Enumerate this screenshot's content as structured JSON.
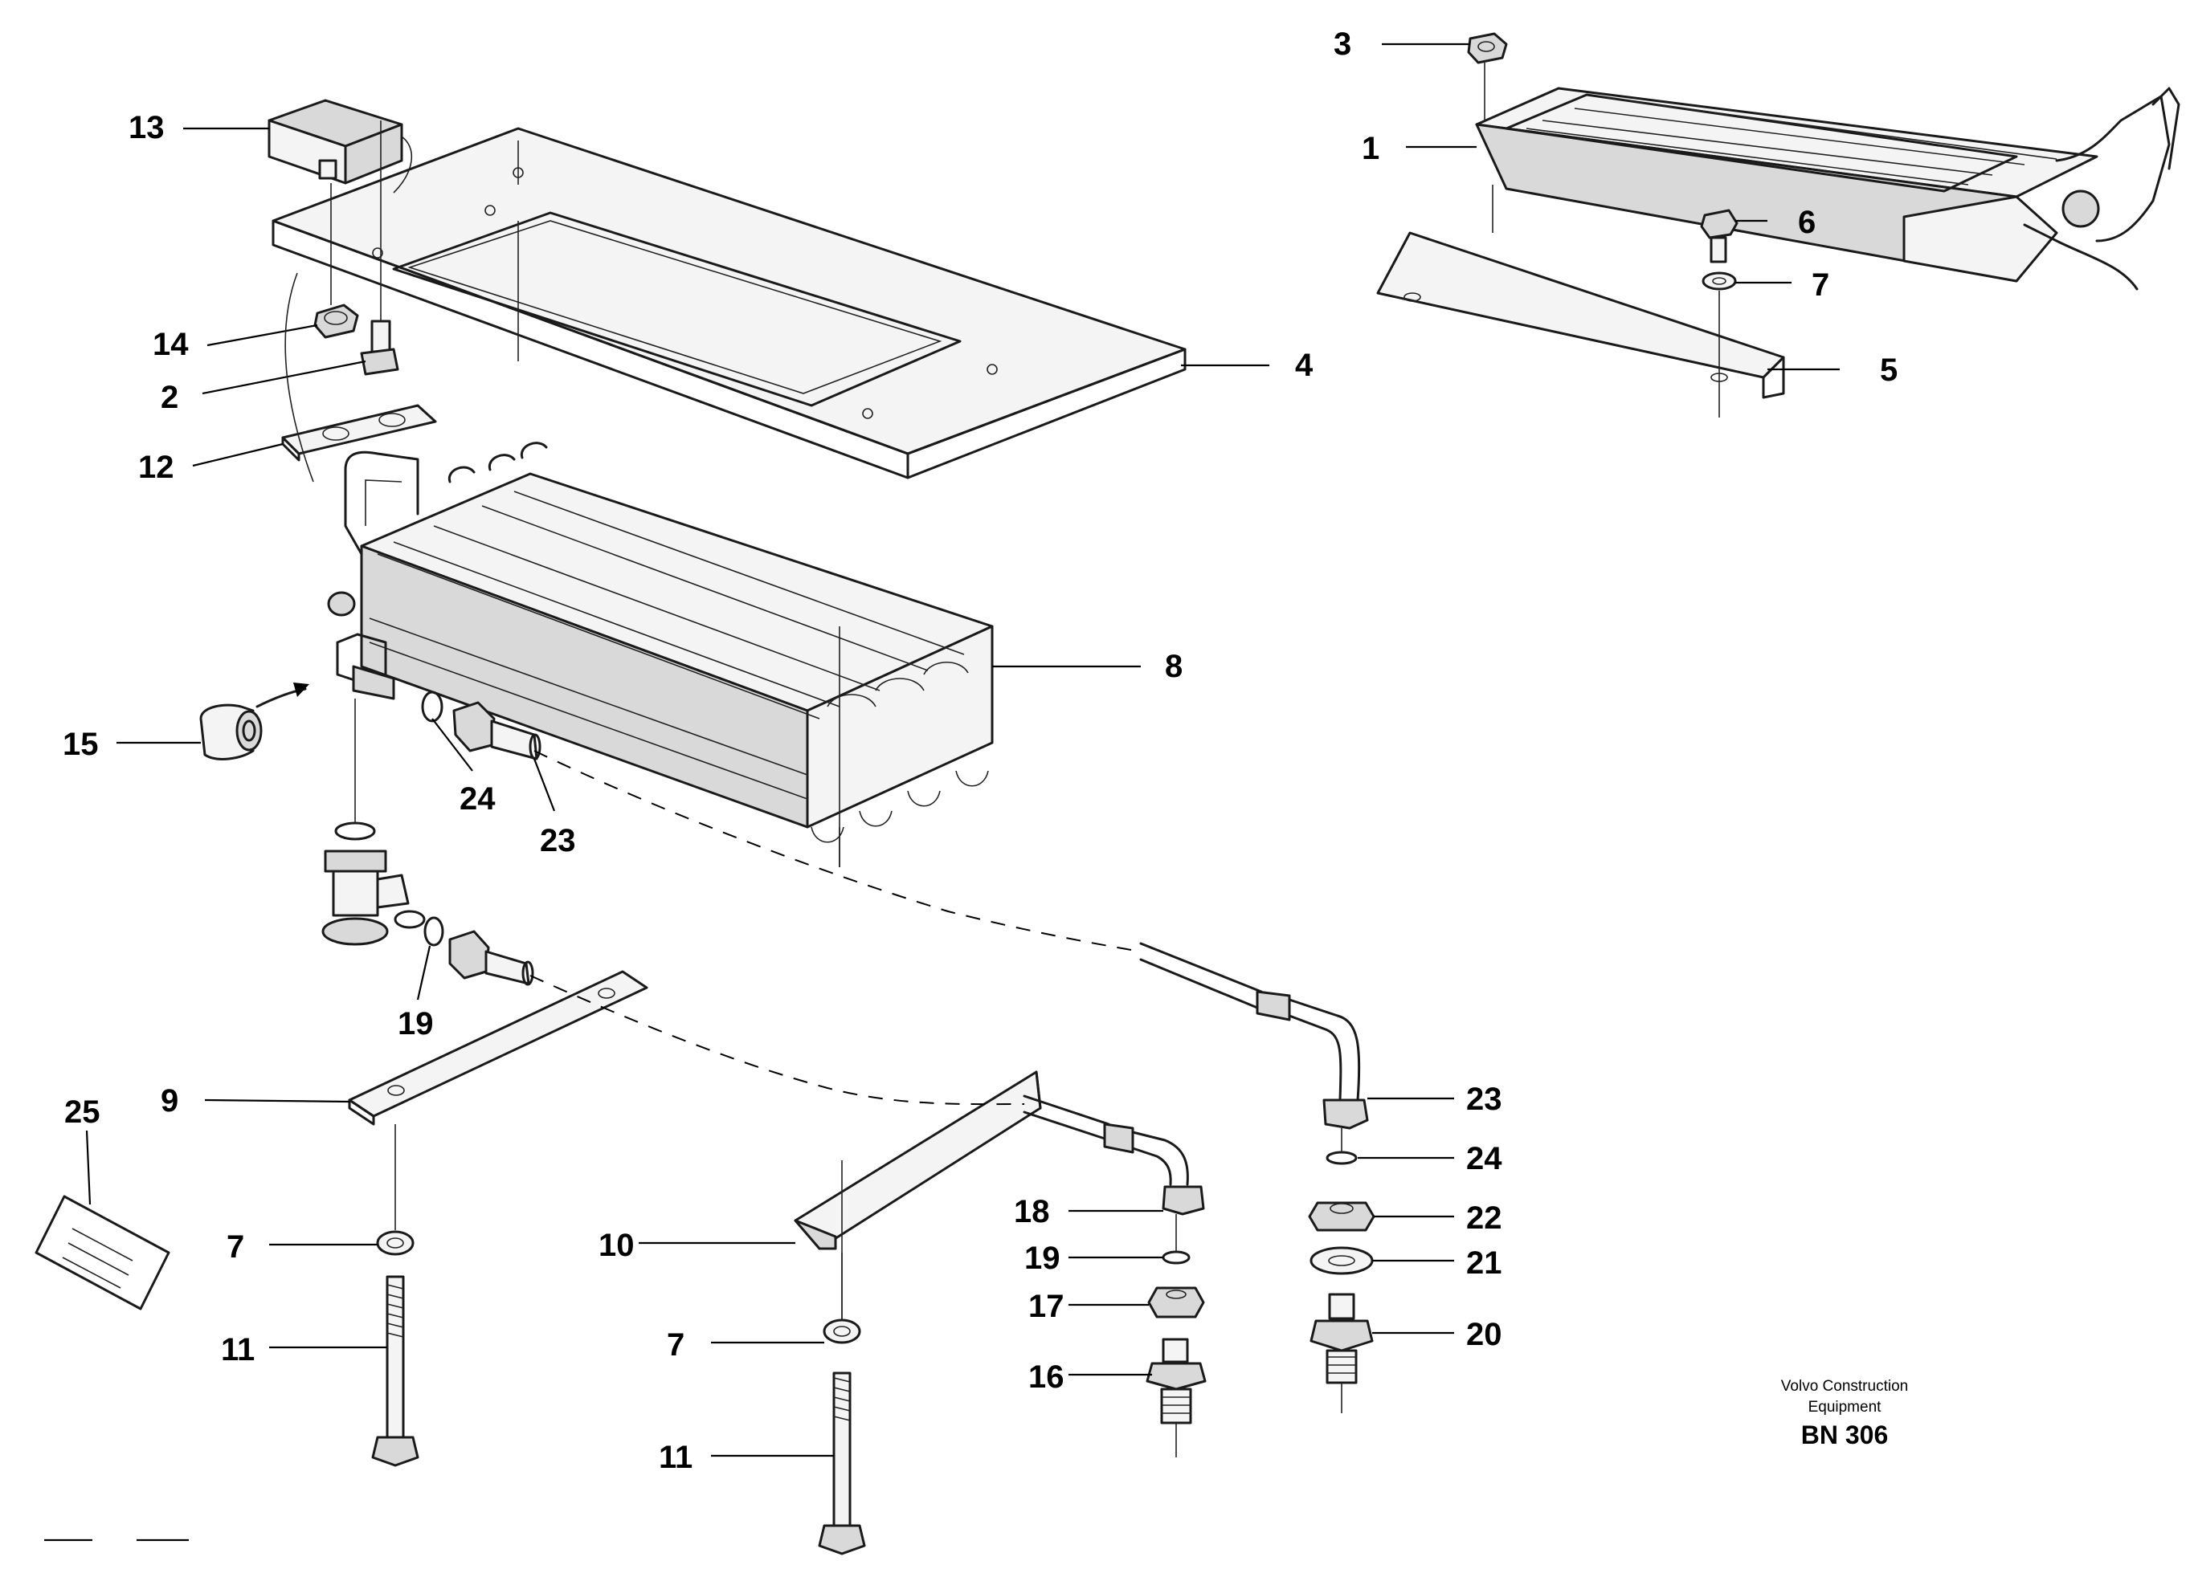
{
  "diagram": {
    "callouts": {
      "c1": "1",
      "c2": "2",
      "c3": "3",
      "c4": "4",
      "c5": "5",
      "c6": "6",
      "c7a": "7",
      "c7b": "7",
      "c7c": "7",
      "c8": "8",
      "c9": "9",
      "c10": "10",
      "c11a": "11",
      "c11b": "11",
      "c12": "12",
      "c13": "13",
      "c14": "14",
      "c15": "15",
      "c16": "16",
      "c17": "17",
      "c18": "18",
      "c19a": "19",
      "c19b": "19",
      "c20": "20",
      "c21": "21",
      "c22": "22",
      "c23a": "23",
      "c23b": "23",
      "c24a": "24",
      "c24b": "24",
      "c25": "25"
    },
    "publisher": {
      "line1": "Volvo Construction",
      "line2": "Equipment",
      "code": "BN 306"
    }
  }
}
